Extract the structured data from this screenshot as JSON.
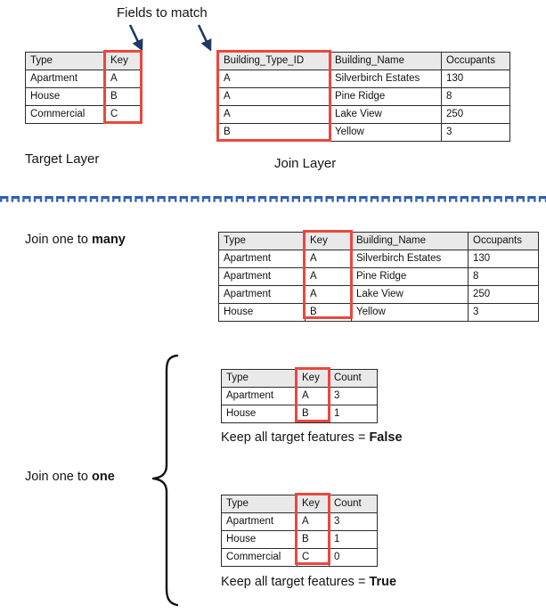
{
  "diagram": {
    "heading": "Fields to match",
    "target_layer_caption": "Target Layer",
    "join_layer_caption": "Join Layer",
    "join_many_label_prefix": "Join one to ",
    "join_many_label_emphasis": "many",
    "join_one_label_prefix": "Join one to ",
    "join_one_label_emphasis": "one",
    "keep_false_prefix": "Keep all target features = ",
    "keep_false_value": "False",
    "keep_true_prefix": "Keep all target features = ",
    "keep_true_value": "True",
    "accent_red": "#e8483f",
    "divider_blue": "#2f5fb4",
    "header_fill": "#e9e9e9",
    "border_color": "#2b2b2b",
    "arrow_color": "#1f3864"
  },
  "target_table": {
    "headers": [
      "Type",
      "Key"
    ],
    "rows": [
      [
        "Apartment",
        "A"
      ],
      [
        "House",
        "B"
      ],
      [
        "Commercial",
        "C"
      ]
    ],
    "highlight_column": "Key"
  },
  "join_table": {
    "headers": [
      "Building_Type_ID",
      "Building_Name",
      "Occupants"
    ],
    "rows": [
      [
        "A",
        "Silverbirch Estates",
        "130"
      ],
      [
        "A",
        "Pine Ridge",
        "8"
      ],
      [
        "A",
        "Lake View",
        "250"
      ],
      [
        "B",
        "Yellow",
        "3"
      ]
    ],
    "highlight_column": "Building_Type_ID"
  },
  "one_to_many_table": {
    "headers": [
      "Type",
      "Key",
      "Building_Name",
      "Occupants"
    ],
    "rows": [
      [
        "Apartment",
        "A",
        "Silverbirch Estates",
        "130"
      ],
      [
        "Apartment",
        "A",
        "Pine Ridge",
        "8"
      ],
      [
        "Apartment",
        "A",
        "Lake View",
        "250"
      ],
      [
        "House",
        "B",
        "Yellow",
        "3"
      ]
    ],
    "highlight_column": "Key"
  },
  "one_to_one_false_table": {
    "headers": [
      "Type",
      "Key",
      "Count"
    ],
    "rows": [
      [
        "Apartment",
        "A",
        "3"
      ],
      [
        "House",
        "B",
        "1"
      ]
    ],
    "highlight_column": "Key"
  },
  "one_to_one_true_table": {
    "headers": [
      "Type",
      "Key",
      "Count"
    ],
    "rows": [
      [
        "Apartment",
        "A",
        "3"
      ],
      [
        "House",
        "B",
        "1"
      ],
      [
        "Commercial",
        "C",
        "0"
      ]
    ],
    "highlight_column": "Key"
  }
}
